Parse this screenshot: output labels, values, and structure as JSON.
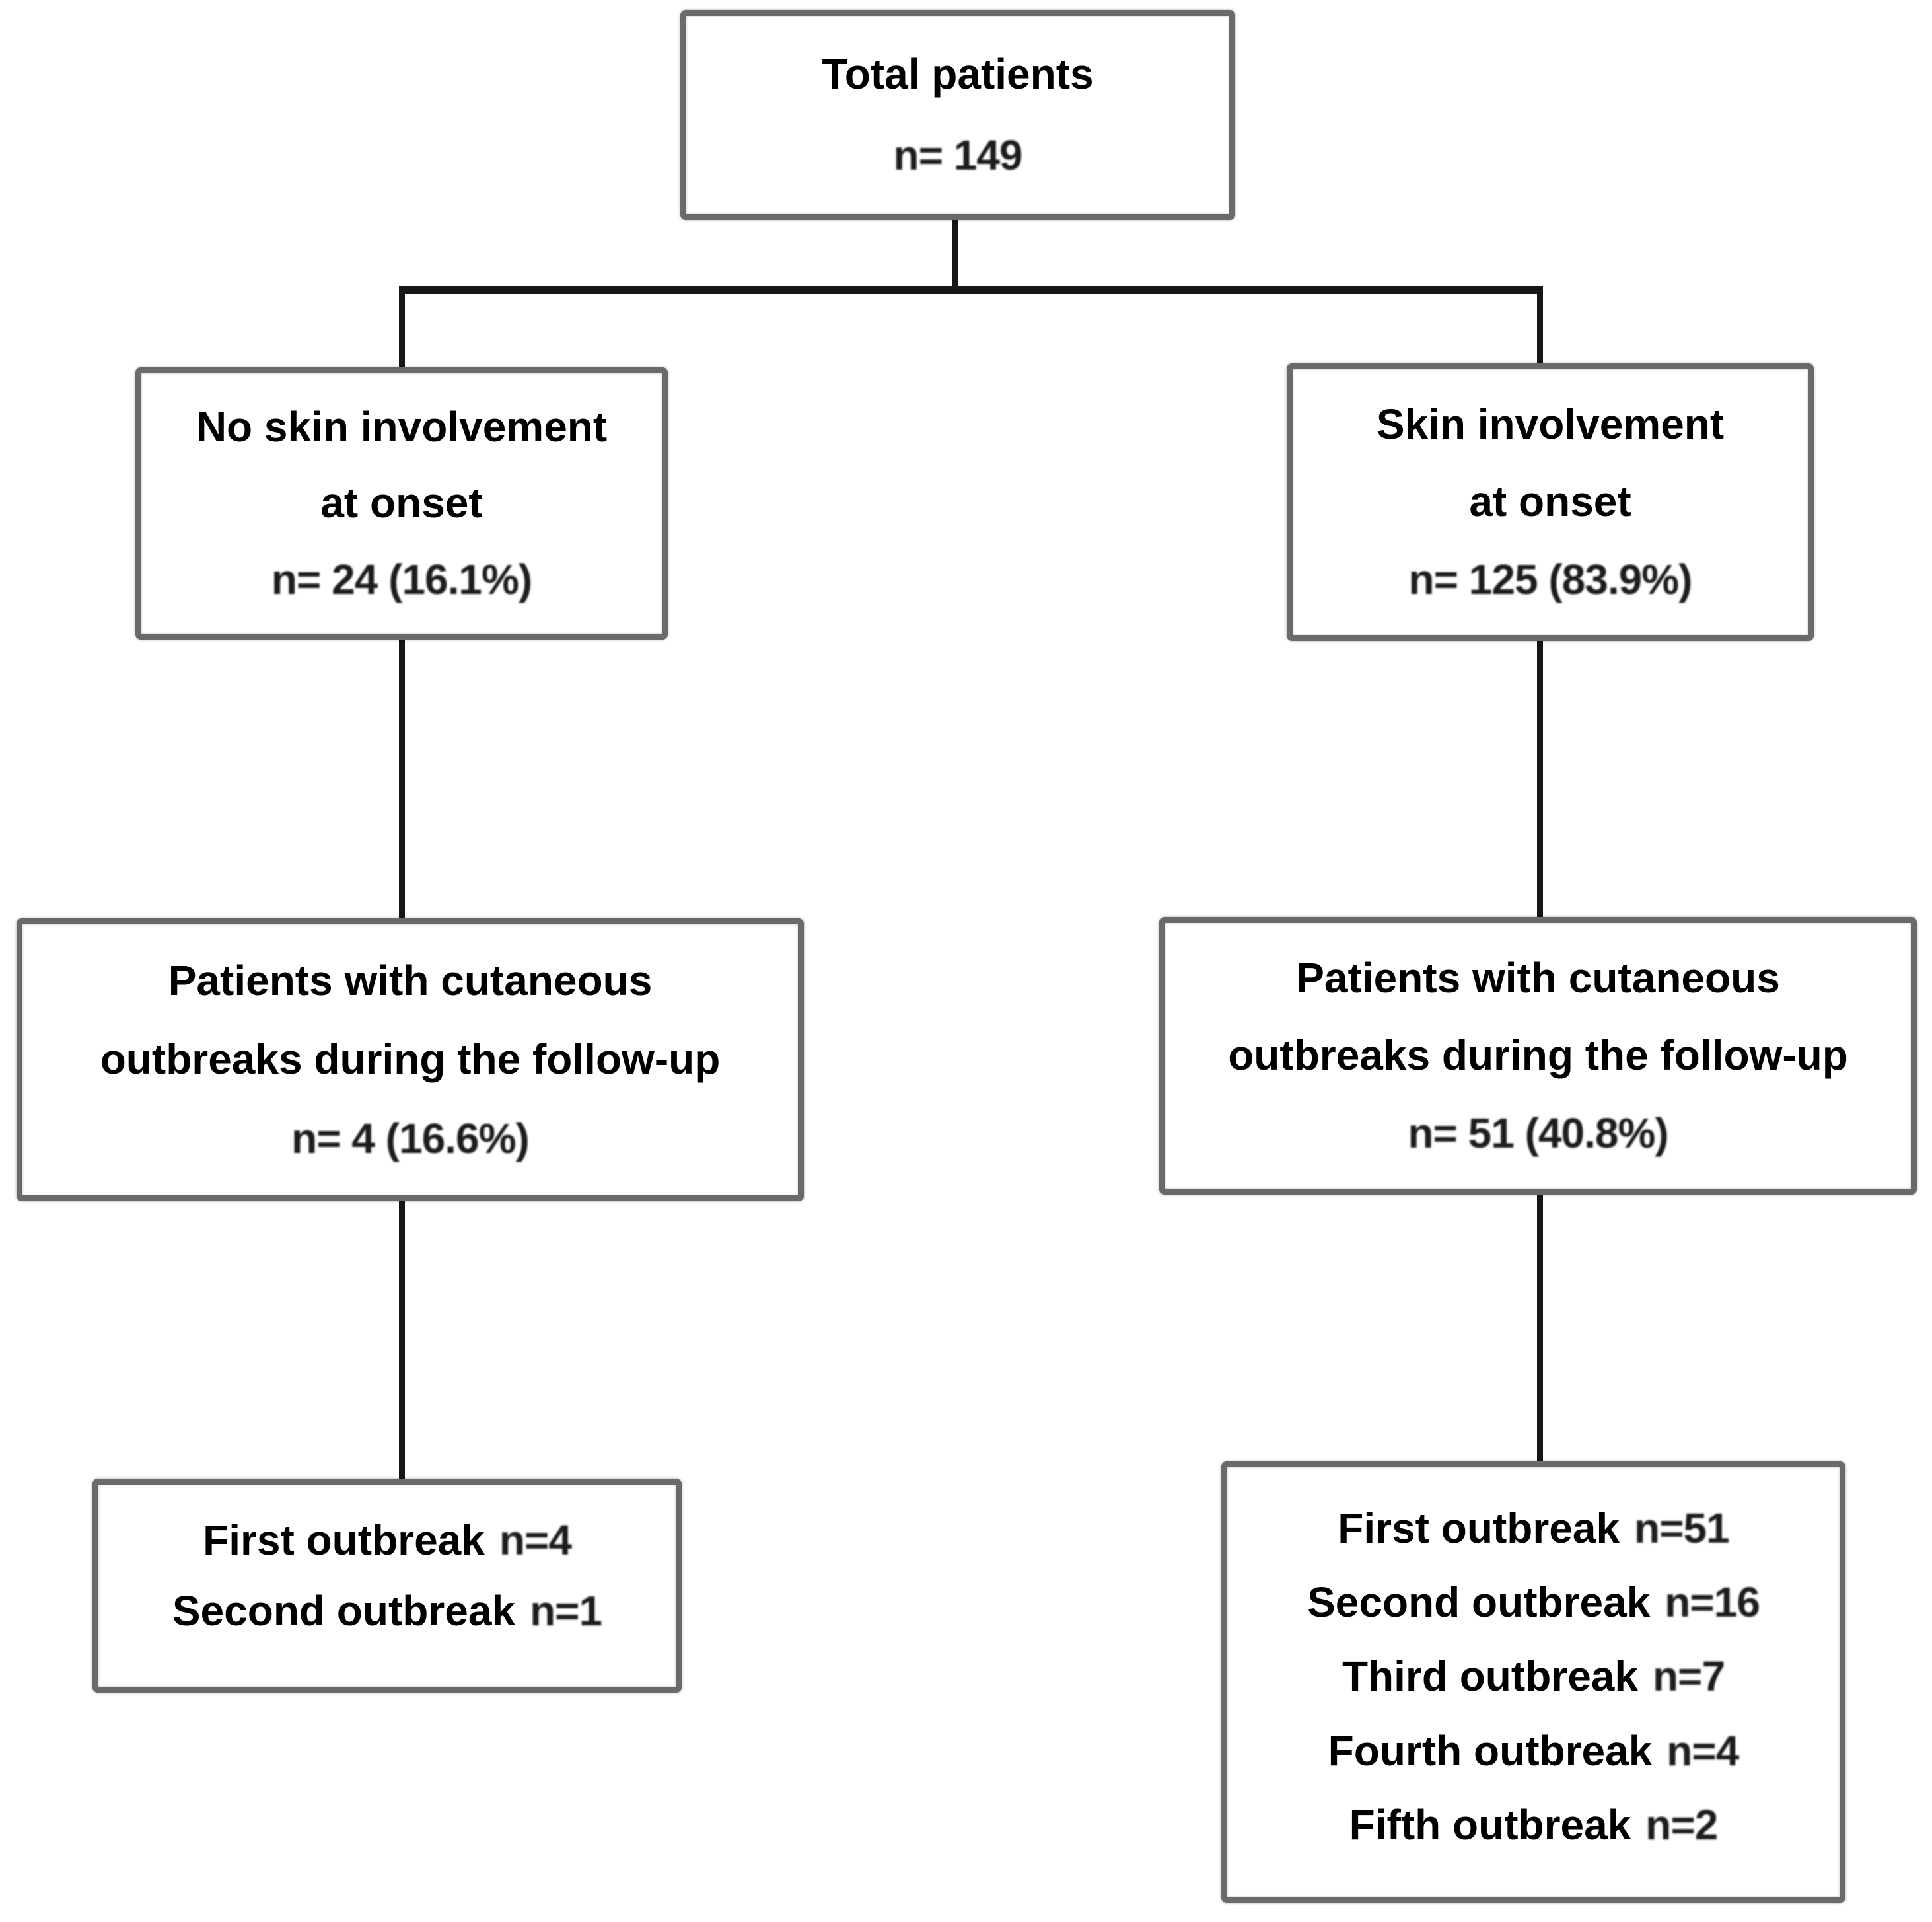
{
  "figure": {
    "background_color": "#ffffff",
    "box_border_color": "#6a6a6a",
    "connector_color": "#161616",
    "text_color": "#000000"
  },
  "boxes": {
    "total": {
      "lines": [
        "Total patients"
      ],
      "count": "n= 149"
    },
    "no_skin_onset": {
      "lines": [
        "No skin involvement",
        "at onset"
      ],
      "count": "n= 24 (16.1%)"
    },
    "skin_onset": {
      "lines": [
        "Skin involvement",
        "at onset"
      ],
      "count": "n= 125 (83.9%)"
    },
    "no_skin_followup": {
      "lines": [
        "Patients with cutaneous",
        "outbreaks during the follow-up"
      ],
      "count": "n= 4 (16.6%)"
    },
    "skin_followup": {
      "lines": [
        "Patients with cutaneous",
        "outbreaks during the follow-up"
      ],
      "count": "n= 51 (40.8%)"
    },
    "no_skin_outbreak_counts": {
      "rows": [
        {
          "label": "First outbreak",
          "value": "n=4"
        },
        {
          "label": "Second outbreak",
          "value": "n=1"
        }
      ]
    },
    "skin_outbreak_counts": {
      "rows": [
        {
          "label": "First outbreak",
          "value": "n=51"
        },
        {
          "label": "Second outbreak",
          "value": "n=16"
        },
        {
          "label": "Third outbreak",
          "value": "n=7"
        },
        {
          "label": "Fourth outbreak",
          "value": "n=4"
        },
        {
          "label": "Fifth outbreak",
          "value": "n=2"
        }
      ]
    }
  }
}
